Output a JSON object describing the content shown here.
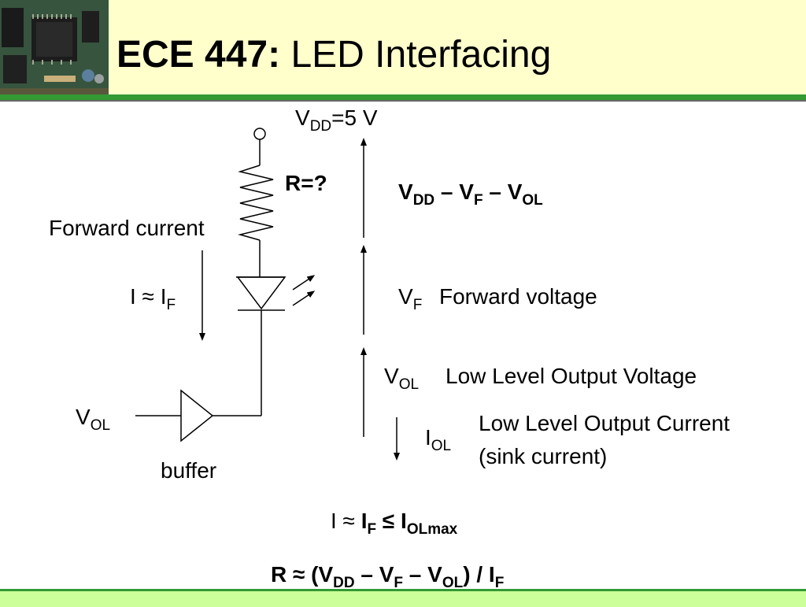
{
  "title": {
    "course": "ECE 447:",
    "topic": "LED Interfacing"
  },
  "circuit": {
    "supply": {
      "label": "V",
      "sub": "DD",
      "value": "=5 V"
    },
    "resistor": "R=?",
    "forward_current": "Forward current",
    "current": {
      "text": "I ≈ I",
      "sub": "F"
    },
    "input": {
      "label": "V",
      "sub": "OL"
    },
    "buffer": "buffer"
  },
  "voltages": {
    "drop": {
      "v1": "V",
      "s1": "DD",
      "m1": " – V",
      "s2": "F",
      "m2": " – V",
      "s3": "OL"
    },
    "forward": {
      "label": "V",
      "sub": "F",
      "desc": "Forward voltage"
    },
    "low_out": {
      "label": "V",
      "sub": "OL",
      "desc": "Low Level Output Voltage"
    },
    "current_out": {
      "label": "I",
      "sub": "OL",
      "desc1": "Low Level Output Current",
      "desc2": "(sink current)"
    }
  },
  "equations": {
    "eq1": {
      "t1": "I ≈ ",
      "t2": "I",
      "s1": "F",
      "t3": " ≤ I",
      "s2": "OLmax"
    },
    "eq2": {
      "t1": "R ≈ (V",
      "s1": "DD",
      "t2": " – V",
      "s2": "F",
      "t3": " – V",
      "s3": "OL",
      "t4": ") / I",
      "s4": "F"
    }
  },
  "colors": {
    "header_bg": "#ffffcc",
    "accent_green": "#339933",
    "footer_bg": "#ccff99"
  }
}
